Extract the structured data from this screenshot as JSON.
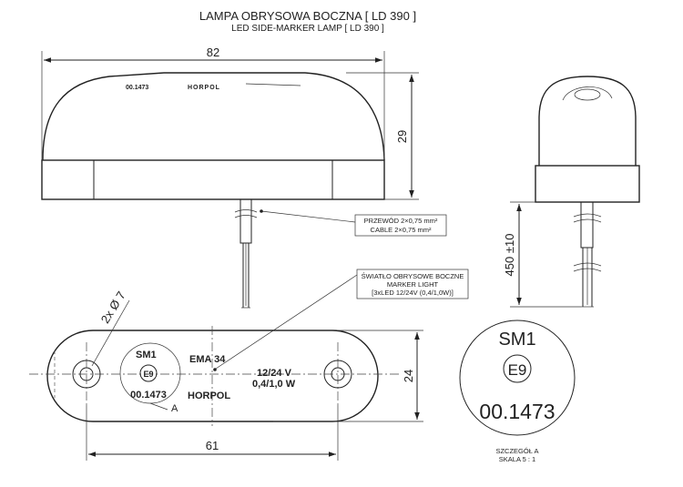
{
  "header": {
    "title": "LAMPA OBRYSOWA BOCZNA [ LD 390 ]",
    "subtitle": "LED SIDE-MARKER LAMP [ LD 390 ]"
  },
  "dimensions": {
    "width": "82",
    "height": "29",
    "cable_length": "450 ±10",
    "hole_spacing": "61",
    "base_width": "24",
    "holes": "2x Ø 7"
  },
  "callouts": {
    "cable_pl": "PRZEWÓD 2×0,75 mm²",
    "cable_en": "CABLE 2×0,75 mm²",
    "light_pl": "ŚWIATŁO OBRYSOWE BOCZNE",
    "light_en": "MARKER LIGHT",
    "light_spec": "[3xLED 12/24V (0,4/1,0W)]"
  },
  "markings": {
    "top_mark": "00.1473",
    "top_brand": "HORPOL",
    "sm1": "SM1",
    "e9": "E9",
    "approval": "00.1473",
    "ema": "EMA 34",
    "voltage": "12/24 V",
    "power": "0,4/1,0 W",
    "brand": "HORPOL",
    "view_label": "A"
  },
  "detail": {
    "sm1": "SM1",
    "e9": "E9",
    "approval": "00.1473",
    "label": "SZCZEGÓŁ A",
    "scale": "SKALA 5 : 1"
  }
}
